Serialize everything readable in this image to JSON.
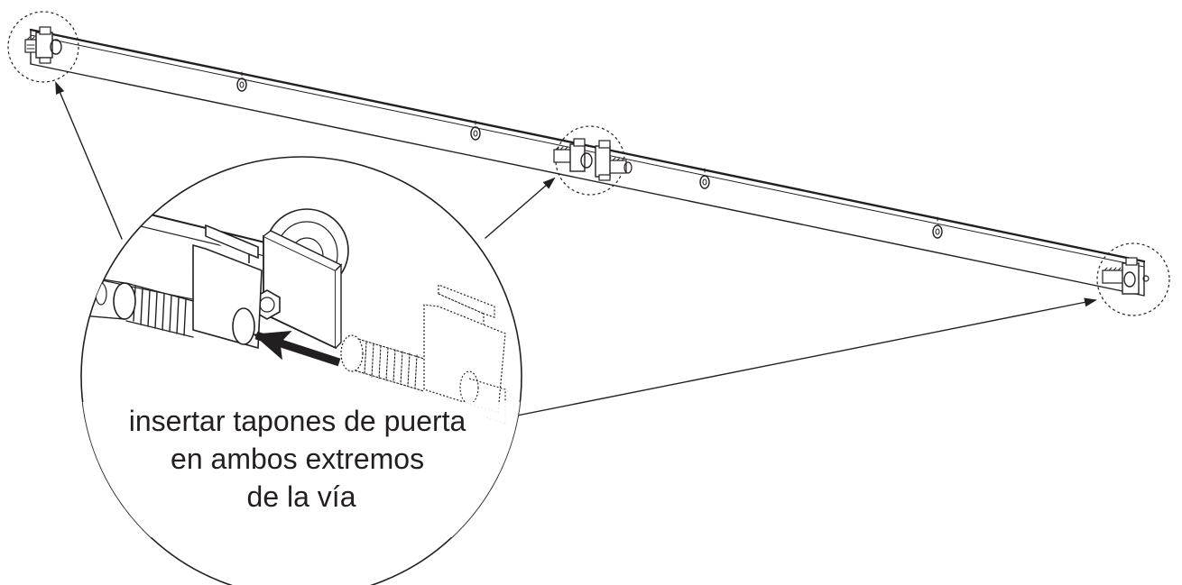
{
  "caption": {
    "lines": [
      "insertar tapones de puerta",
      "en ambos extremos",
      "de la vía"
    ]
  },
  "colors": {
    "ink": "#231f20",
    "background": "#ffffff"
  },
  "icons": [
    "door-stopper-icon",
    "track-rail-icon",
    "mounting-hole-icon",
    "insert-arrow-icon"
  ]
}
